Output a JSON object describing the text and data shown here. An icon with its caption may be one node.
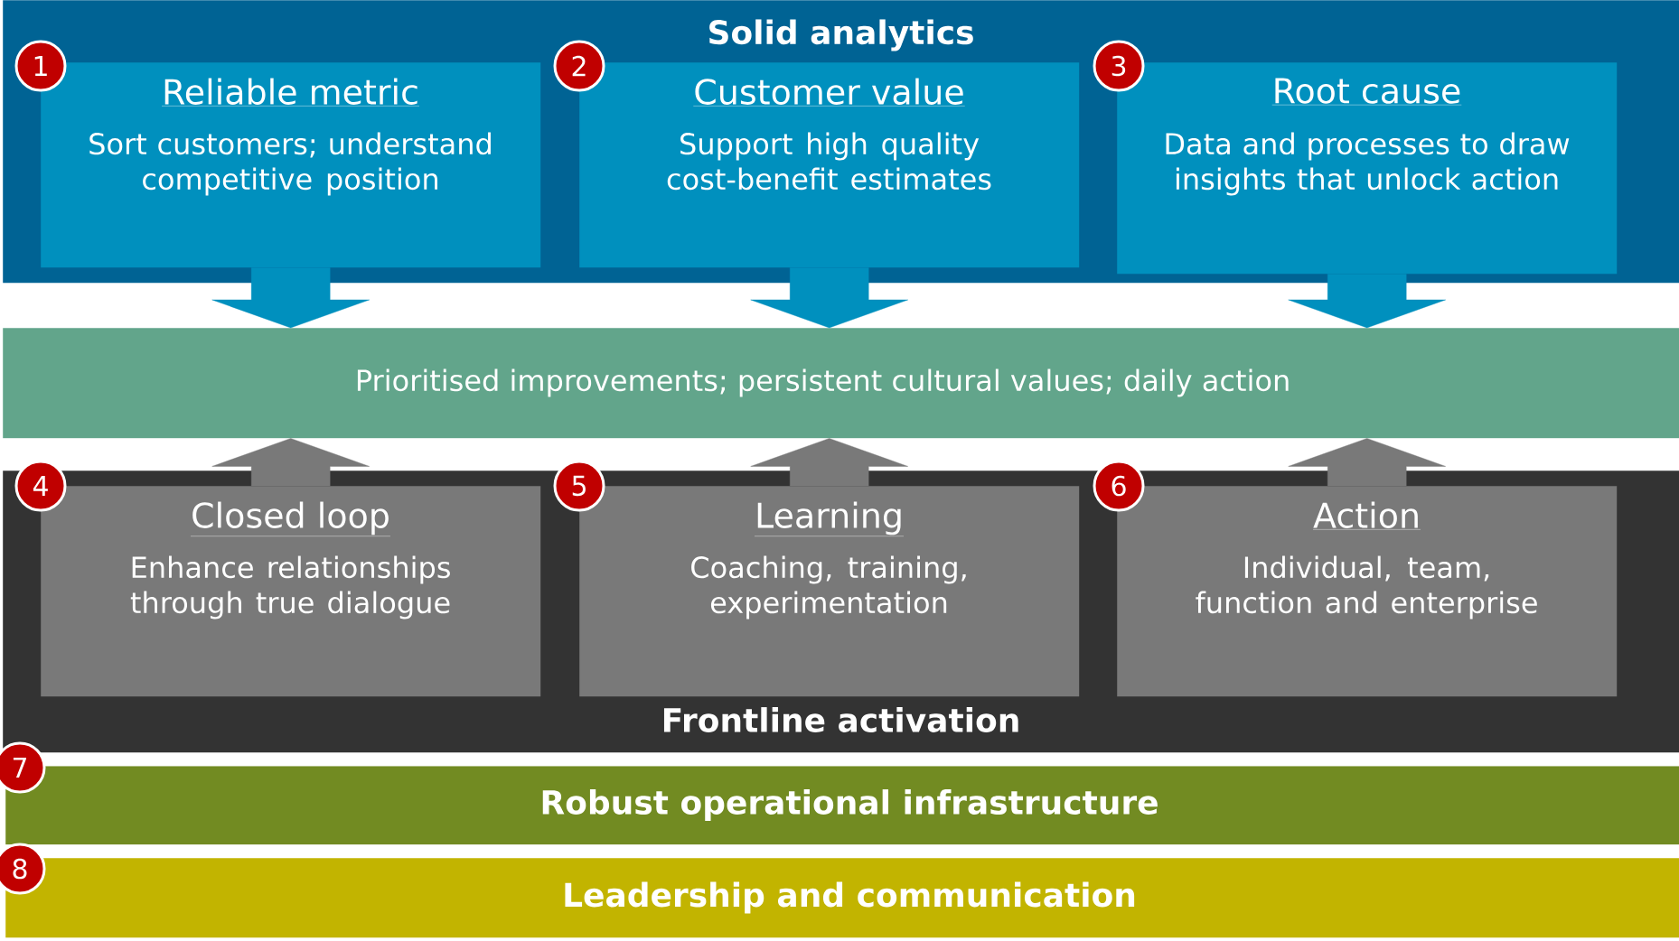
{
  "diagram": {
    "nodes": [
      {
        "text": [
          "Solid analytics"
        ]
      },
      {
        "text": [
          "Reliable metric",
          "Sort customers; understand competitive position"
        ],
        "in": 0
      },
      {
        "text": [
          "Customer value",
          "Support high quality cost-benefit estimates"
        ],
        "in": 0
      },
      {
        "text": [
          "Root cause",
          "Data and processes to draw insights that unlock action"
        ],
        "in": 0
      },
      {
        "text": [
          "Prioritised improvements; persistent cultural values; daily action"
        ]
      },
      {
        "text": [
          "Frontline activation"
        ]
      },
      {
        "text": [
          "Closed loop",
          "Enhance relationships through true dialogue"
        ],
        "in": 5
      },
      {
        "text": [
          "Learning",
          "Coaching, training, experimentation"
        ],
        "in": 5
      },
      {
        "text": [
          "Action",
          "Individual, team, function and enterprise"
        ],
        "in": 5
      },
      {
        "text": [
          "Robust operational infrastructure"
        ]
      },
      {
        "text": [
          "Leadership and communication"
        ]
      }
    ],
    "edges": [
      {
        "from": 1,
        "to": 4,
        "arrow": "to",
        "color": "#0090be"
      },
      {
        "from": 2,
        "to": 4,
        "arrow": "to",
        "color": "#0090be"
      },
      {
        "from": 3,
        "to": 4,
        "arrow": "to",
        "color": "#0090be"
      },
      {
        "from": 6,
        "to": 4,
        "arrow": "to",
        "color": "#797979"
      },
      {
        "from": 7,
        "to": 4,
        "arrow": "to",
        "color": "#797979"
      },
      {
        "from": 8,
        "to": 4,
        "arrow": "to",
        "color": "#797979"
      }
    ],
    "labels": [
      "1",
      "2",
      "3",
      "4",
      "5",
      "6",
      "7",
      "8"
    ]
  }
}
